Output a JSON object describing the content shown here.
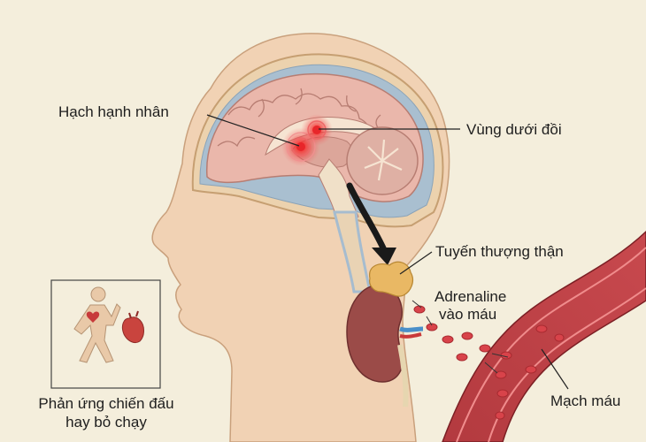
{
  "diagram": {
    "type": "anatomical-illustration",
    "subject": "fight-or-flight stress response pathway",
    "background_color": "#f4eedc"
  },
  "labels": {
    "amygdala": "Hạch hạnh nhân",
    "hypothalamus": "Vùng dưới đồi",
    "adrenal_gland": "Tuyến thượng thận",
    "adrenaline_line1": "Adrenaline",
    "adrenaline_line2": "vào máu",
    "blood_vessel": "Mạch máu",
    "fight_flight_line1": "Phản ứng chiến đấu",
    "fight_flight_line2": "hay bỏ chạy"
  },
  "colors": {
    "skin": "#f1d2b4",
    "brain": "#eab7ab",
    "highlight": "#e8262a",
    "kidney": "#9b4b48",
    "adrenal": "#e9b864",
    "vessel": "#c9454b",
    "adrenaline_dot": "#d8434a",
    "text": "#1e1e1e"
  }
}
